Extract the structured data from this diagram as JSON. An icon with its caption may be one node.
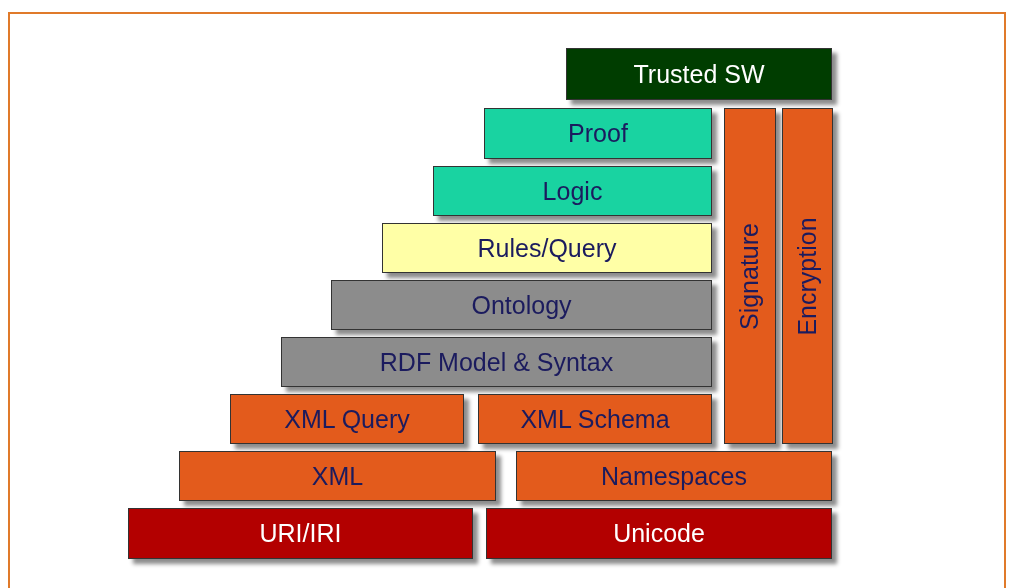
{
  "diagram": {
    "nodes": [
      {
        "text": [
          "Trusted SW"
        ]
      },
      {
        "text": [
          "Proof"
        ]
      },
      {
        "text": [
          "Signature"
        ]
      },
      {
        "text": [
          "Encryption"
        ]
      },
      {
        "text": [
          "Logic"
        ]
      },
      {
        "text": [
          "Rules/Query"
        ]
      },
      {
        "text": [
          "Ontology"
        ]
      },
      {
        "text": [
          "RDF Model & Syntax"
        ]
      },
      {
        "text": [
          "XML Query"
        ]
      },
      {
        "text": [
          "XML Schema"
        ]
      },
      {
        "text": [
          "XML"
        ]
      },
      {
        "text": [
          "Namespaces"
        ]
      },
      {
        "text": [
          "URI/IRI"
        ]
      },
      {
        "text": [
          "Unicode"
        ]
      }
    ]
  }
}
